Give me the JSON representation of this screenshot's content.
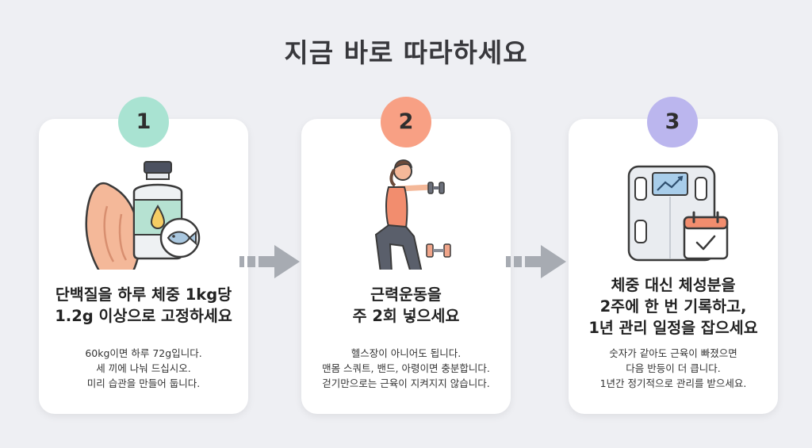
{
  "title": "지금 바로 따라하세요",
  "steps": [
    {
      "number": "1",
      "heading": [
        "단백질을 하루 체중 1kg당",
        "1.2g 이상으로 고정하세요"
      ],
      "body": [
        "60kg이면 하루 72g입니다.",
        "세 끼에 나눠 드십시오.",
        "미리 습관을 만들어 둡니다."
      ],
      "badge_color": "#a9e3d2",
      "icon": "protein-foods-icon"
    },
    {
      "number": "2",
      "heading": [
        "근력운동을",
        "주 2회 넣으세요"
      ],
      "body": [
        "헬스장이 아니어도 됩니다.",
        "맨몸 스쿼트, 밴드, 아령이면 충분합니다.",
        "걷기만으로는 근육이 지켜지지 않습니다."
      ],
      "badge_color": "#f8a084",
      "icon": "squat-exercise-icon"
    },
    {
      "number": "3",
      "heading": [
        "체중 대신 체성분을",
        "2주에 한 번 기록하고,",
        "1년 관리 일정을 잡으세요"
      ],
      "body": [
        "숫자가 같아도 근육이 빠졌으면",
        "다음 반등이 더 큽니다.",
        "1년간 정기적으로 관리를 받으세요."
      ],
      "badge_color": "#bbb6ee",
      "icon": "body-scale-calendar-icon"
    }
  ]
}
